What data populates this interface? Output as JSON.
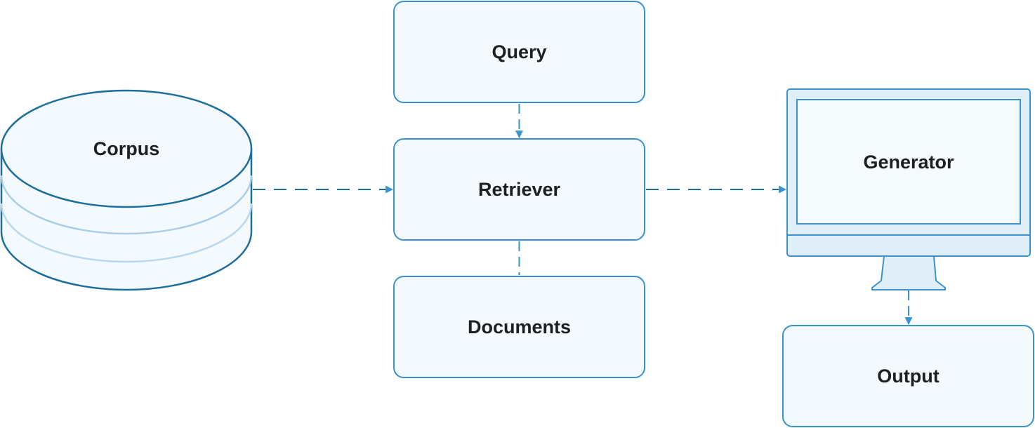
{
  "diagram": {
    "nodes": {
      "corpus": "Corpus",
      "query": "Query",
      "retriever": "Retriever",
      "documents": "Documents",
      "generator": "Generator",
      "output": "Output"
    }
  },
  "colors": {
    "stroke": "#3a92cf",
    "dark_stroke": "#1e6e9c",
    "fill": "#f3f9fd",
    "screen_fill": "#f5fafd",
    "bezel_fill": "#e0eef8",
    "text": "#1f1f1f"
  }
}
